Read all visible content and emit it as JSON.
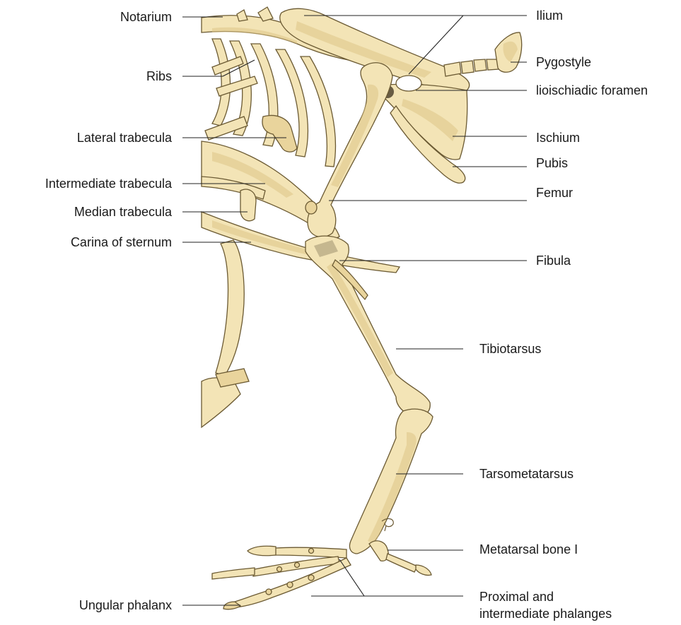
{
  "figure": {
    "labels_left": {
      "notarium": "Notarium",
      "ribs": "Ribs",
      "lateral_trabecula": "Lateral trabecula",
      "intermediate_trabecula": "Intermediate trabecula",
      "median_trabecula": "Median trabecula",
      "carina_of_sternum": "Carina of sternum",
      "ungular_phalanx": "Ungular phalanx"
    },
    "labels_right": {
      "ilium": "Ilium",
      "pygostyle": "Pygostyle",
      "ilioischiadic_foramen": "lioischiadic foramen",
      "ischium": "Ischium",
      "pubis": "Pubis",
      "femur": "Femur",
      "fibula": "Fibula",
      "tibiotarsus": "Tibiotarsus",
      "tarsometatarsus": "Tarsometatarsus",
      "metatarsal_bone_i": "Metatarsal bone I",
      "phalanges_line1": "Proximal and",
      "phalanges_line2": "intermediate phalanges"
    }
  },
  "colors": {
    "bone_fill": "#f3e4b6",
    "bone_shadow": "#dcc486",
    "bone_outline": "#6b5a33",
    "leader_line": "#222222",
    "text": "#1a1a1a"
  }
}
